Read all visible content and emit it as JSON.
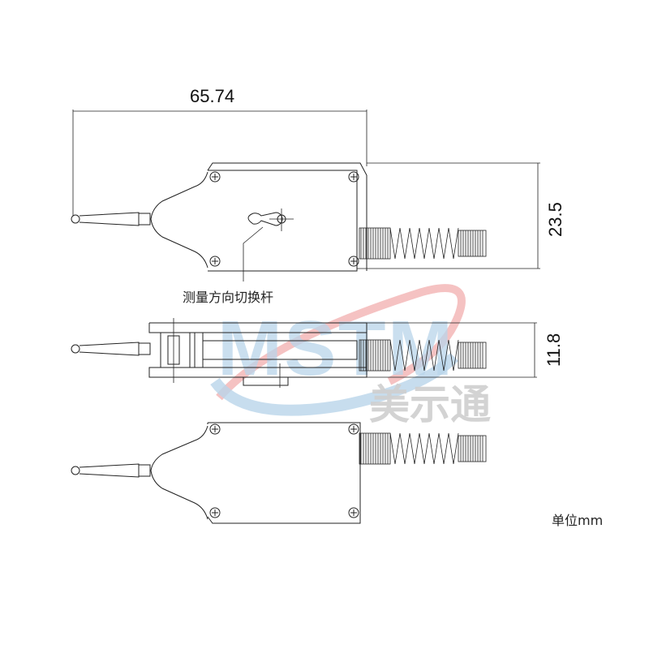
{
  "dimensions": {
    "length": "65.74",
    "height": "23.5",
    "thickness": "11.8"
  },
  "labels": {
    "lever": "测量方向切换杆",
    "unit": "单位mm"
  },
  "watermark": {
    "logo_text": "MSTM",
    "brand_cn": "美示通",
    "colors": {
      "blue": "#b9d5ea",
      "red": "#f2b3b3",
      "gray": "#cfcfcf"
    }
  }
}
